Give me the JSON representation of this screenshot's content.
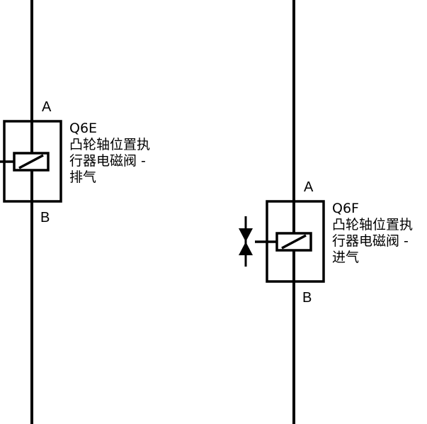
{
  "components": [
    {
      "id": "Q6E",
      "pin_top": "A",
      "pin_bottom": "B",
      "lines": [
        "Q6E",
        "凸轮轴位置执",
        "行器电磁阀 -",
        "排气"
      ]
    },
    {
      "id": "Q6F",
      "pin_top": "A",
      "pin_bottom": "B",
      "lines": [
        "Q6F",
        "凸轮轴位置执",
        "行器电磁阀 -",
        "进气"
      ]
    }
  ]
}
